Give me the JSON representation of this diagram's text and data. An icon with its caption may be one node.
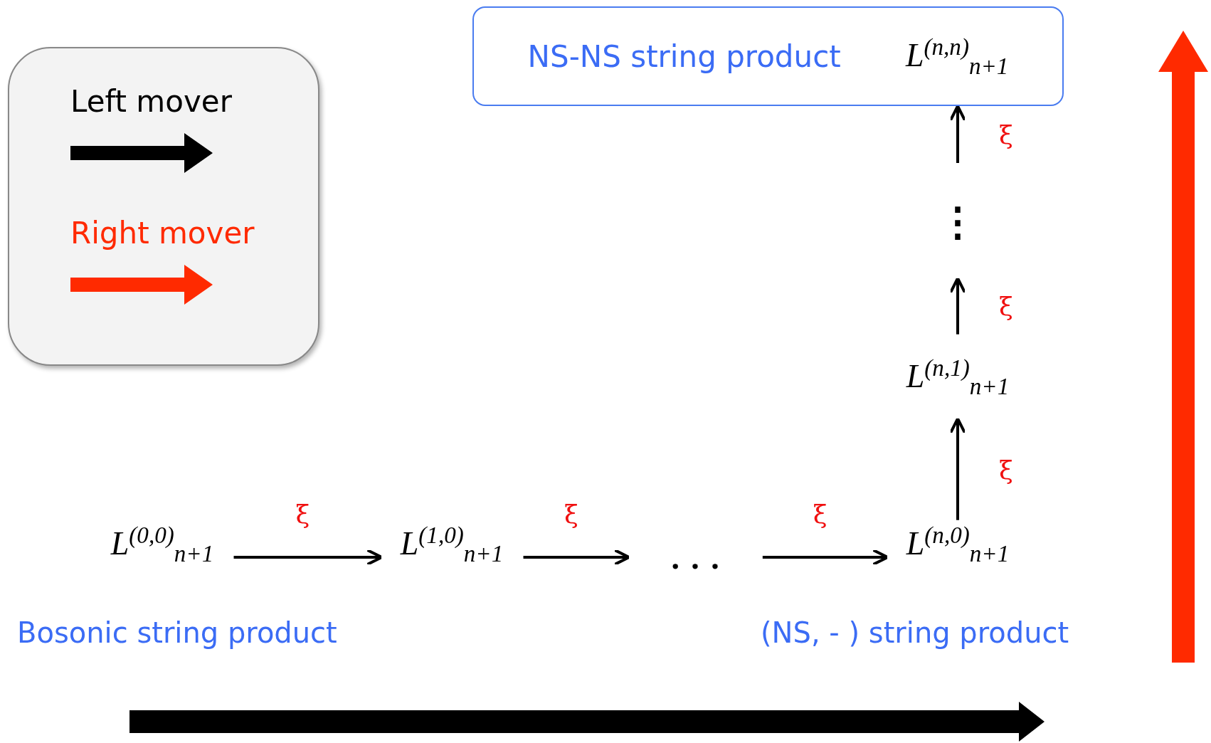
{
  "diagram": {
    "nodes": [
      {
        "text": [
          "NS-NS string product",
          "L$^{(n,n)}$$_{n+1}$"
        ]
      },
      {
        "text": [
          "⋮"
        ]
      },
      {
        "text": [
          "L$^{(n,1)}$$_{n+1}$"
        ]
      },
      {
        "text": [
          "L$^{(0,0)}$$_{n+1}$"
        ],
        "beside": [
          "Bosonic string product"
        ]
      },
      {
        "text": [
          "L$^{(1,0)}$$_{n+1}$"
        ]
      },
      {
        "text": [
          ". . ."
        ]
      },
      {
        "text": [
          "L$^{(n,0)}$$_{n+1}$"
        ],
        "beside": [
          "(NS, - ) string product"
        ]
      }
    ],
    "edges": [
      {
        "from": 3,
        "to": 4,
        "arrow": "to",
        "label": "ξ"
      },
      {
        "from": 4,
        "to": 5,
        "arrow": "to",
        "label": "ξ"
      },
      {
        "from": 5,
        "to": 6,
        "arrow": "to",
        "label": "ξ"
      },
      {
        "from": 6,
        "to": 2,
        "arrow": "to",
        "label": "ξ"
      },
      {
        "from": 2,
        "to": 1,
        "arrow": "to",
        "label": "ξ"
      },
      {
        "from": 1,
        "to": 0,
        "arrow": "to",
        "label": "ξ"
      }
    ],
    "legend": [
      {
        "text": "Left mover"
      },
      {
        "text": "Right mover"
      }
    ]
  }
}
